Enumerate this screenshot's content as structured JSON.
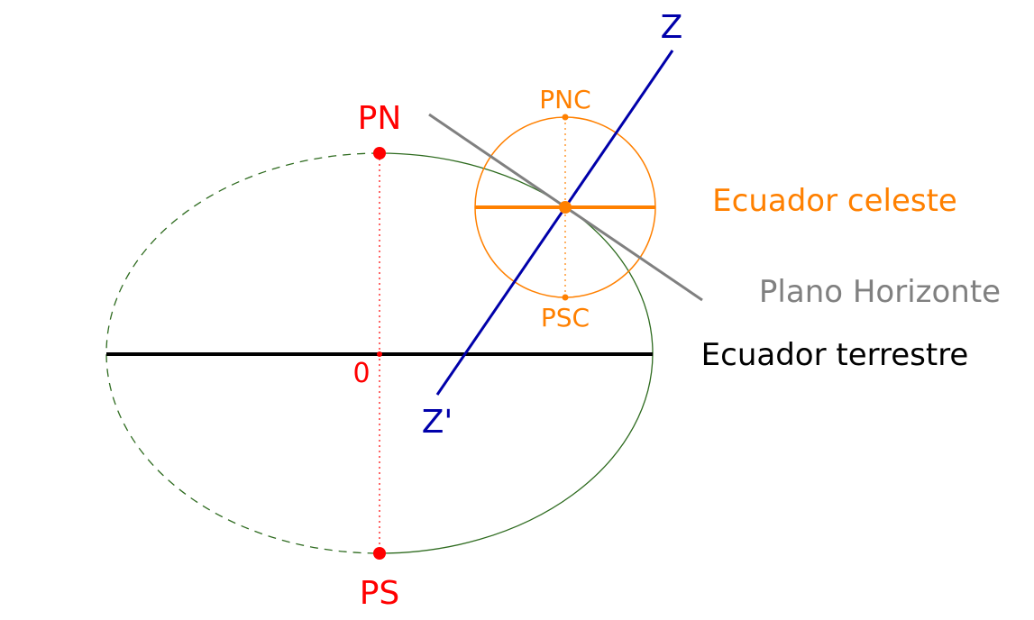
{
  "labels": {
    "north_pole": "PN",
    "south_pole": "PS",
    "origin": "0",
    "zenith": "Z",
    "nadir": "Z'",
    "celestial_north_pole": "PNC",
    "celestial_south_pole": "PSC",
    "celestial_equator": "Ecuador celeste",
    "horizon_plane": "Plano Horizonte",
    "terrestrial_equator": "Ecuador terrestre"
  },
  "colors": {
    "poles": "#ff0000",
    "meridian": "#2e6b1f",
    "equator": "#000000",
    "zenith_axis": "#0000aa",
    "celestial": "#ff8000",
    "horizon": "#808080"
  }
}
